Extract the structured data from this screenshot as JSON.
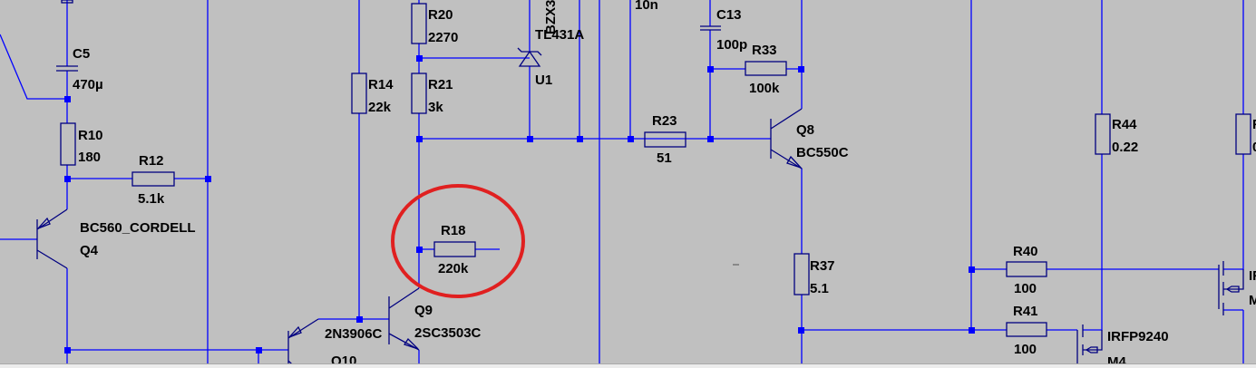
{
  "schematic": {
    "components": {
      "C5": {
        "ref": "C5",
        "value": "470µ"
      },
      "R10": {
        "ref": "R10",
        "value": "180"
      },
      "R12": {
        "ref": "R12",
        "value": "5.1k"
      },
      "Q4": {
        "ref": "Q4",
        "value": "BC560_CORDELL"
      },
      "R14": {
        "ref": "R14",
        "value": "22k"
      },
      "R20": {
        "ref": "R20",
        "value": "2270"
      },
      "R21": {
        "ref": "R21",
        "value": "3k"
      },
      "U1": {
        "ref": "U1",
        "value": "TL431A",
        "rotated_label": "BZX3"
      },
      "R18": {
        "ref": "R18",
        "value": "220k"
      },
      "Q9": {
        "ref": "Q9",
        "value": "2SC3503C"
      },
      "Q10": {
        "ref": "Q10",
        "value": "2N3906C"
      },
      "C_top": {
        "value": "10n"
      },
      "C13": {
        "ref": "C13",
        "value": "100p"
      },
      "R33": {
        "ref": "R33",
        "value": "100k"
      },
      "R23": {
        "ref": "R23",
        "value": "51"
      },
      "Q8": {
        "ref": "Q8",
        "value": "BC550C"
      },
      "R37": {
        "ref": "R37",
        "value": "5.1"
      },
      "R40": {
        "ref": "R40",
        "value": "100"
      },
      "R41": {
        "ref": "R41",
        "value": "100"
      },
      "R44": {
        "ref": "R44",
        "value": "0.22"
      },
      "M4": {
        "ref": "M4",
        "value": "IRFP9240"
      },
      "R_right": {
        "ref": "R",
        "value": "0"
      },
      "M_right": {
        "ref": "M",
        "value": "IF"
      }
    },
    "highlight": {
      "target": "R18",
      "color": "#e02020"
    },
    "colors": {
      "wire": "#0000ff",
      "component": "#000080",
      "background": "#c0c0c0"
    }
  }
}
